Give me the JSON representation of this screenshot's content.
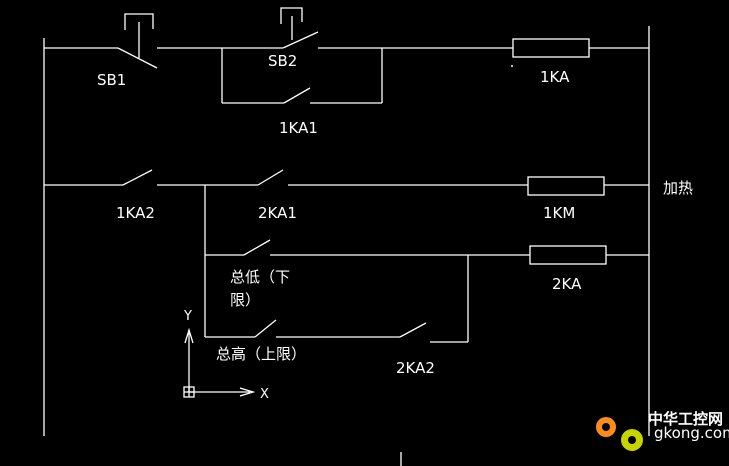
{
  "colors": {
    "background": "#000000",
    "wire": "#ffffff",
    "watermark_orange": "#ff8c1a"
  },
  "labels": {
    "sb1": "SB1",
    "sb2": "SB2",
    "ka1_coil": "1KA",
    "ka1_contact": "1KA1",
    "ka2_contact": "1KA2",
    "ka2_1_contact": "2KA1",
    "km1_coil": "1KM",
    "heating": "加热",
    "ka2_coil": "2KA",
    "low_switch_line1": "总低（下",
    "low_switch_line2": "限）",
    "high_switch": "总高（上限）",
    "ka2_2_contact": "2KA2"
  },
  "axes": {
    "y": "Y",
    "x": "X"
  },
  "watermark": {
    "text": "中华工控网",
    "url": "gkong.com"
  }
}
